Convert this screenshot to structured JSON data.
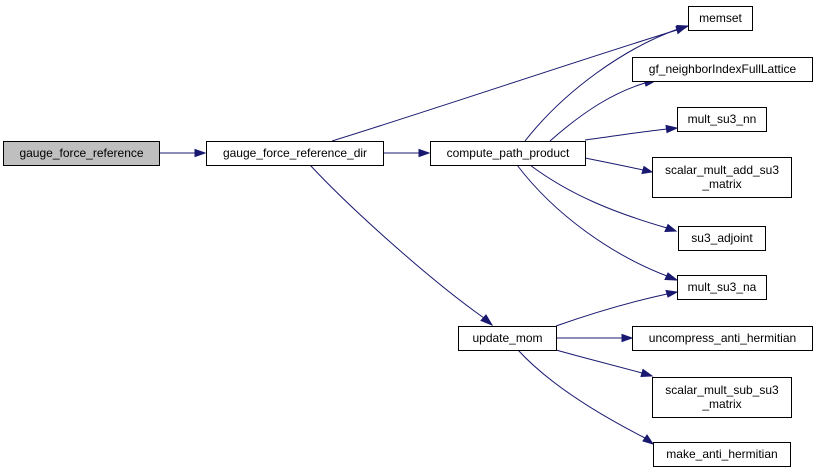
{
  "colors": {
    "edge": "#191970",
    "root_fill": "#bfbfbf",
    "node_fill": "#ffffff",
    "border": "#000000"
  },
  "nodes": [
    {
      "id": "gauge_force_reference",
      "lines": [
        "gauge_force_reference"
      ],
      "root": true
    },
    {
      "id": "gauge_force_reference_dir",
      "lines": [
        "gauge_force_reference_dir"
      ]
    },
    {
      "id": "compute_path_product",
      "lines": [
        "compute_path_product"
      ]
    },
    {
      "id": "update_mom",
      "lines": [
        "update_mom"
      ]
    },
    {
      "id": "memset",
      "lines": [
        "memset"
      ]
    },
    {
      "id": "gf_neighborIndexFullLattice",
      "lines": [
        "gf_neighborIndexFullLattice"
      ]
    },
    {
      "id": "mult_su3_nn",
      "lines": [
        "mult_su3_nn"
      ]
    },
    {
      "id": "scalar_mult_add_su3_matrix",
      "lines": [
        "scalar_mult_add_su3",
        "_matrix"
      ]
    },
    {
      "id": "su3_adjoint",
      "lines": [
        "su3_adjoint"
      ]
    },
    {
      "id": "mult_su3_na",
      "lines": [
        "mult_su3_na"
      ]
    },
    {
      "id": "uncompress_anti_hermitian",
      "lines": [
        "uncompress_anti_hermitian"
      ]
    },
    {
      "id": "scalar_mult_sub_su3_matrix",
      "lines": [
        "scalar_mult_sub_su3",
        "_matrix"
      ]
    },
    {
      "id": "make_anti_hermitian",
      "lines": [
        "make_anti_hermitian"
      ]
    }
  ],
  "edges": [
    {
      "from": "gauge_force_reference",
      "to": "gauge_force_reference_dir"
    },
    {
      "from": "gauge_force_reference_dir",
      "to": "memset"
    },
    {
      "from": "gauge_force_reference_dir",
      "to": "compute_path_product"
    },
    {
      "from": "gauge_force_reference_dir",
      "to": "update_mom"
    },
    {
      "from": "compute_path_product",
      "to": "memset"
    },
    {
      "from": "compute_path_product",
      "to": "gf_neighborIndexFullLattice"
    },
    {
      "from": "compute_path_product",
      "to": "mult_su3_nn"
    },
    {
      "from": "compute_path_product",
      "to": "scalar_mult_add_su3_matrix"
    },
    {
      "from": "compute_path_product",
      "to": "su3_adjoint"
    },
    {
      "from": "compute_path_product",
      "to": "mult_su3_na"
    },
    {
      "from": "update_mom",
      "to": "mult_su3_na"
    },
    {
      "from": "update_mom",
      "to": "uncompress_anti_hermitian"
    },
    {
      "from": "update_mom",
      "to": "scalar_mult_sub_su3_matrix"
    },
    {
      "from": "update_mom",
      "to": "make_anti_hermitian"
    }
  ]
}
